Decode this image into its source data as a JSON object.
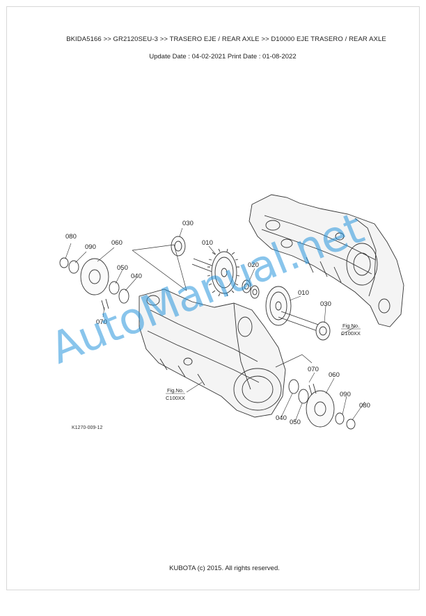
{
  "header": {
    "breadcrumb": "BKIDA5166 >> GR2120SEU-3 >> TRASERO EJE / REAR AXLE >> D10000   EJE TRASERO / REAR AXLE",
    "dates": "Update Date : 04-02-2021   Print Date : 01-08-2022"
  },
  "diagram": {
    "callouts": {
      "left_080": "080",
      "left_090": "090",
      "left_060": "060",
      "left_050": "050",
      "left_040": "040",
      "left_070": "070",
      "top_030": "030",
      "top_010": "010",
      "mid_020": "020",
      "right_010": "010",
      "right_030": "030",
      "right_070": "070",
      "right_060": "060",
      "right_090": "090",
      "right_080": "080",
      "right_040": "040",
      "right_050": "050"
    },
    "fig_ref_right": {
      "line1": "Fig.No.",
      "line2": "C100XX"
    },
    "fig_ref_left": {
      "line1": "Fig.No.",
      "line2": "C100XX"
    },
    "figure_code": "K1270-009-12",
    "watermark": "AutoManual.net"
  },
  "footer": {
    "copyright": "KUBOTA (c) 2015. All rights reserved."
  }
}
